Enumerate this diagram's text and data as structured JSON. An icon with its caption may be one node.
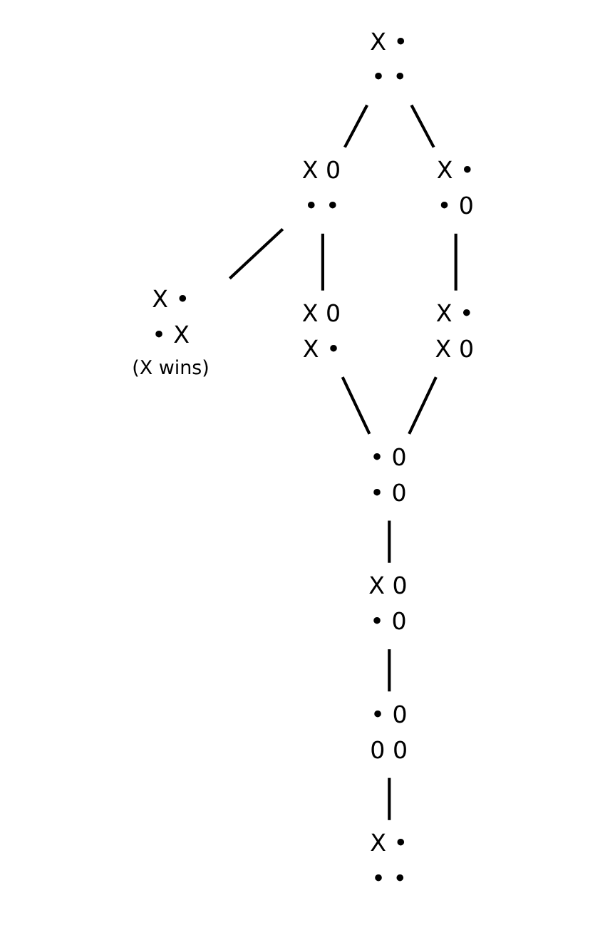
{
  "diagram": {
    "nodes": [
      {
        "text": [
          "X •",
          "• •"
        ]
      },
      {
        "text": [
          "X 0",
          "• •"
        ]
      },
      {
        "text": [
          "X •",
          "• 0"
        ]
      },
      {
        "text": [
          "X •",
          "• X"
        ],
        "beside": [
          "(X wins)"
        ]
      },
      {
        "text": [
          "X 0",
          "X •"
        ]
      },
      {
        "text": [
          "X •",
          "X 0"
        ]
      },
      {
        "text": [
          "• 0",
          "• 0"
        ]
      },
      {
        "text": [
          "X 0",
          "• 0"
        ]
      },
      {
        "text": [
          "• 0",
          "0 0"
        ]
      },
      {
        "text": [
          "X •",
          "• •"
        ]
      }
    ],
    "edges": [
      {
        "from": 0,
        "to": 1,
        "arrow": "none"
      },
      {
        "from": 0,
        "to": 2,
        "arrow": "none"
      },
      {
        "from": 1,
        "to": 3,
        "arrow": "none"
      },
      {
        "from": 1,
        "to": 4,
        "arrow": "none"
      },
      {
        "from": 2,
        "to": 5,
        "arrow": "none"
      },
      {
        "from": 4,
        "to": 6,
        "arrow": "none"
      },
      {
        "from": 5,
        "to": 6,
        "arrow": "none"
      },
      {
        "from": 6,
        "to": 7,
        "arrow": "none"
      },
      {
        "from": 7,
        "to": 8,
        "arrow": "none"
      },
      {
        "from": 8,
        "to": 9,
        "arrow": "none"
      }
    ]
  }
}
